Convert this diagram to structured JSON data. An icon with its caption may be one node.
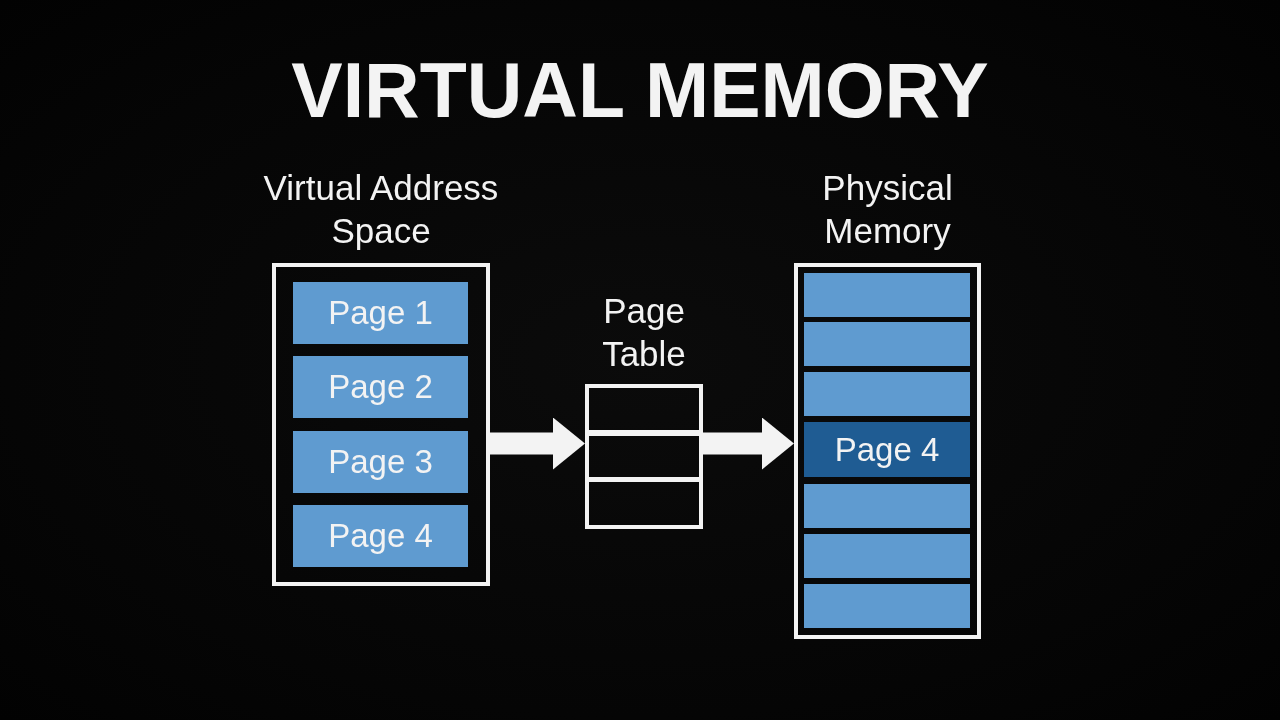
{
  "diagram": {
    "title": "VIRTUAL MEMORY",
    "nodes": [
      {
        "text": [
          "Virtual Address Space"
        ]
      },
      {
        "text": [
          "Page 1"
        ],
        "in": 0
      },
      {
        "text": [
          "Page 2"
        ],
        "in": 0
      },
      {
        "text": [
          "Page 3"
        ],
        "in": 0
      },
      {
        "text": [
          "Page 4"
        ],
        "in": 0
      },
      {
        "text": [
          "Page Table"
        ]
      },
      {
        "text": [],
        "shape": "box",
        "in": 5
      },
      {
        "text": [],
        "shape": "box",
        "in": 5
      },
      {
        "text": [],
        "shape": "box",
        "in": 5
      },
      {
        "text": [
          "Physical Memory"
        ]
      },
      {
        "text": [],
        "shape": "box",
        "in": 9
      },
      {
        "text": [],
        "shape": "box",
        "in": 9
      },
      {
        "text": [],
        "shape": "box",
        "in": 9
      },
      {
        "text": [
          "Page 4"
        ],
        "in": 9
      },
      {
        "text": [],
        "shape": "box",
        "in": 9
      },
      {
        "text": [],
        "shape": "box",
        "in": 9
      },
      {
        "text": [],
        "shape": "box",
        "in": 9
      }
    ],
    "edges": [
      {
        "from": 0,
        "to": 5,
        "arrow": "to"
      },
      {
        "from": 5,
        "to": 9,
        "arrow": "to"
      }
    ]
  }
}
